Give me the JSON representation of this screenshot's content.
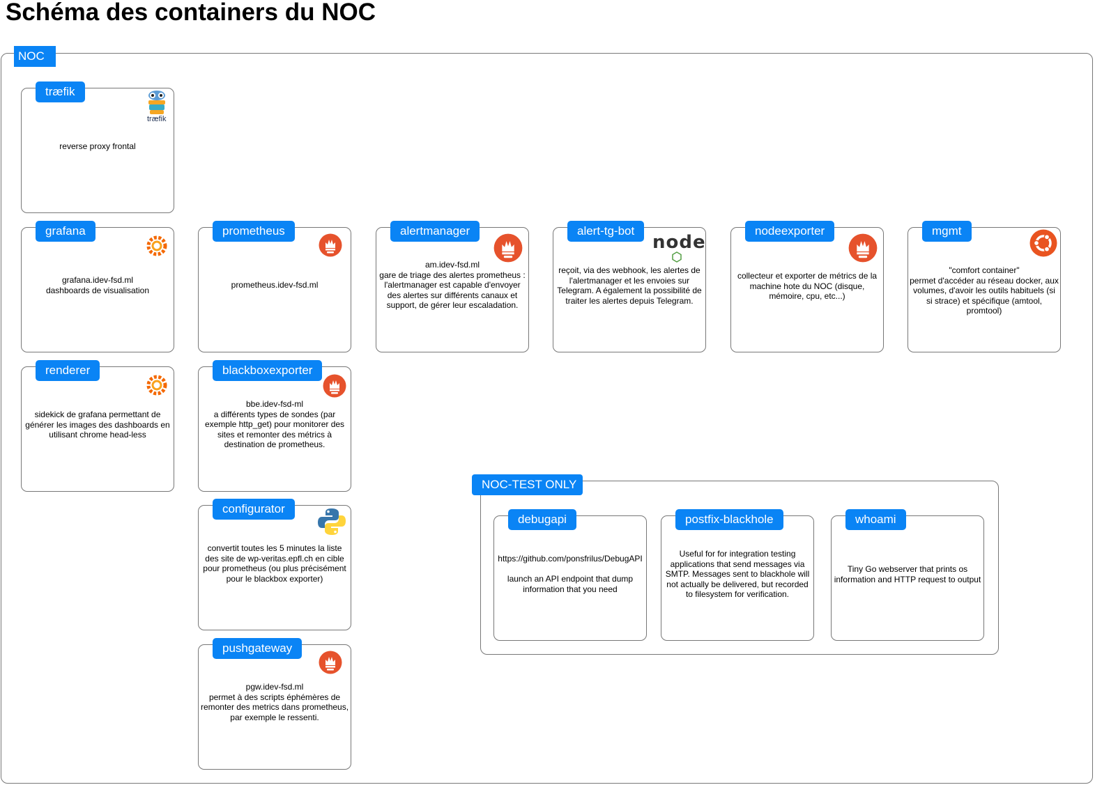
{
  "title": "Schéma des containers du NOC",
  "colors": {
    "label_bg": "#0a84f5",
    "label_text": "#ffffff",
    "border": "#777777",
    "prometheus": "#e6522c",
    "grafana": "#f46800",
    "ubuntu": "#e95420",
    "node": "#539e43"
  },
  "noc": {
    "label": "NOC"
  },
  "noc_test": {
    "label": "NOC-TEST ONLY"
  },
  "cards": {
    "traefik": {
      "label": "træfik",
      "text": "reverse proxy frontal",
      "icon": "traefik-gopher-icon",
      "icon_text": "træfik"
    },
    "grafana": {
      "label": "grafana",
      "text": "grafana.idev-fsd.ml\ndashboards de visualisation",
      "icon": "grafana-icon"
    },
    "prometheus": {
      "label": "prometheus",
      "text": "prometheus.idev-fsd.ml",
      "icon": "prometheus-icon"
    },
    "alertmanager": {
      "label": "alertmanager",
      "text": "am.idev-fsd.ml\ngare de triage des alertes prometheus : l'alertmanager est capable d'envoyer des alertes sur différents canaux et support, de gérer leur escaladation.",
      "icon": "prometheus-icon"
    },
    "alert_tg_bot": {
      "label": "alert-tg-bot",
      "text": "reçoit, via des webhook, les alertes de l'alertmanager et les envoies sur Telegram. A également la possibilité de traiter les alertes depuis Telegram.",
      "icon": "nodejs-icon",
      "icon_text": "node"
    },
    "nodeexporter": {
      "label": "nodeexporter",
      "text": "collecteur et exporter de métrics de la machine hote du NOC (disque, mémoire, cpu, etc...)",
      "icon": "prometheus-icon"
    },
    "mgmt": {
      "label": "mgmt",
      "text": "\"comfort container\"\npermet d'accéder au réseau docker, aux volumes, d'avoir les outils habituels (si si strace) et spécifique (amtool, promtool)",
      "icon": "ubuntu-icon"
    },
    "renderer": {
      "label": "renderer",
      "text": "sidekick de grafana permettant de générer les images des dashboards en utilisant chrome head-less",
      "icon": "grafana-icon"
    },
    "blackboxexporter": {
      "label": "blackboxexporter",
      "text": "bbe.idev-fsd-ml\na différents types de sondes (par exemple http_get) pour monitorer des sites et remonter des métrics à destination de prometheus.",
      "icon": "prometheus-icon"
    },
    "configurator": {
      "label": "configurator",
      "text": "convertit toutes les 5 minutes la liste des site de wp-veritas.epfl.ch en cible pour prometheus (ou plus précisément pour le blackbox exporter)",
      "icon": "python-icon"
    },
    "pushgateway": {
      "label": "pushgateway",
      "text": "pgw.idev-fsd.ml\npermet à des scripts éphémères de remonter des metrics dans prometheus, par exemple le ressenti.",
      "icon": "prometheus-icon"
    },
    "debugapi": {
      "label": "debugapi",
      "text": "https://github.com/ponsfrilus/DebugAPI\n\nlaunch an API endpoint that dump information that you need"
    },
    "postfix_blackhole": {
      "label": "postfix-blackhole",
      "text": "Useful for for integration testing applications that send messages via SMTP. Messages sent to blackhole will not actually be delivered, but recorded to filesystem for verification."
    },
    "whoami": {
      "label": "whoami",
      "text": "Tiny Go webserver that prints os information and HTTP request to output"
    }
  }
}
